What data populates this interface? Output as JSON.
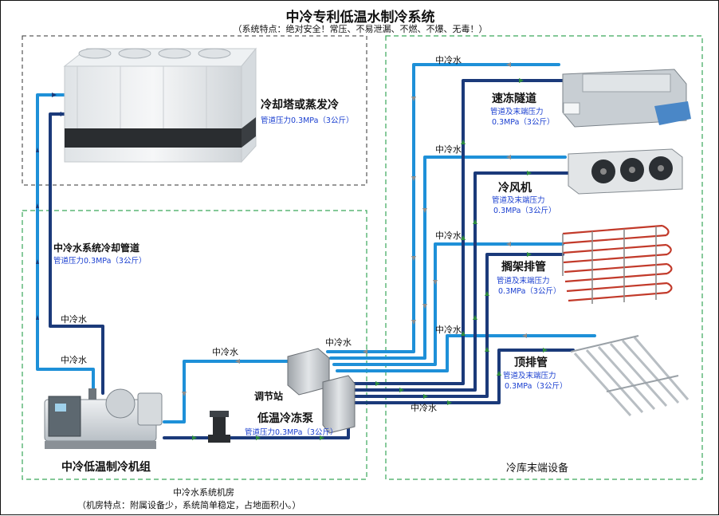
{
  "title": "中冷专利低温水制冷系统",
  "subtitle": "（系统特点：绝对安全！常压、不易泄漏、不燃、不爆、无毒！）",
  "equipment": {
    "cooling_tower": {
      "name": "冷却塔或蒸发冷",
      "pressure": "管道压力0.3MPa（3公斤）"
    },
    "cooling_pipe": {
      "name": "中冷水系统冷却管道",
      "pressure": "管道压力0.3MPa（3公斤）"
    },
    "chiller": {
      "name": "中冷低温制冷机组"
    },
    "regulator": {
      "name": "调节站"
    },
    "pump": {
      "name": "低温冷冻泵",
      "pressure": "管道压力0.3MPa（3公斤）"
    },
    "tunnel": {
      "name": "速冻隧道",
      "pressure_l1": "管道及末端压力",
      "pressure_l2": "0.3MPa（3公斤）"
    },
    "air_cooler": {
      "name": "冷风机",
      "pressure_l1": "管道及末端压力",
      "pressure_l2": "0.3MPa（3公斤）"
    },
    "shelf_pipe": {
      "name": "搁架排管",
      "pressure_l1": "管道及末端压力",
      "pressure_l2": "0.3MPa（3公斤）"
    },
    "top_pipe": {
      "name": "顶排管",
      "pressure_l1": "管道及末端压力",
      "pressure_l2": "0.3MPa（3公斤）"
    }
  },
  "water_label": "中冷水",
  "sections": {
    "terminal": "冷库末端设备",
    "machine_room": "中冷水系统机房",
    "machine_room_note": "（机房特点：附属设备少，系统简单稳定，占地面积小。）"
  },
  "colors": {
    "pipe_light": "#1e90d8",
    "pipe_dark": "#1b3a7a",
    "arrow_green": "#2e8b3e",
    "arrow_gray": "#8c8c8c",
    "zone_green": "#3aa65a",
    "zone_black": "#333333",
    "pressure_text": "#1a3fd0"
  }
}
